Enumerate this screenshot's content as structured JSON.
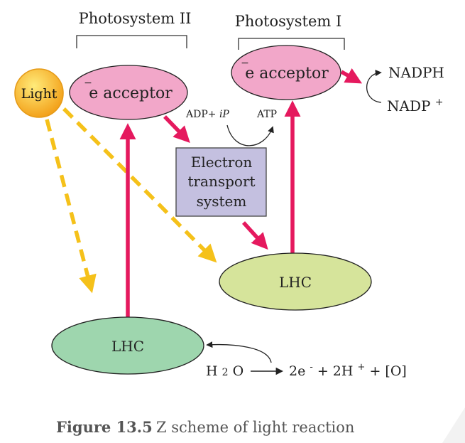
{
  "photosystem_2": {
    "label": "Photosystem II"
  },
  "photosystem_1": {
    "label": "Photosystem I"
  },
  "light": {
    "label": "Light"
  },
  "acceptor_ps2": {
    "label": "e acceptor",
    "superscript": "−"
  },
  "acceptor_ps1": {
    "label": "e acceptor",
    "superscript": "−"
  },
  "etc": {
    "line1": "Electron",
    "line2": "transport",
    "line3": "system"
  },
  "adp_ip": {
    "adp": "ADP+",
    "ip": "iP"
  },
  "atp": {
    "label": "ATP"
  },
  "nadph": {
    "label": "NADPH"
  },
  "nadp": {
    "label": "NADP",
    "superscript": "+"
  },
  "lhc_ps1": {
    "label": "LHC"
  },
  "lhc_ps2": {
    "label": "LHC"
  },
  "water_reaction": {
    "h2o": "H",
    "h2o_sub": "2",
    "h2o_o": "O",
    "e_term": "2e",
    "e_sup": "-",
    "plus1": "+ 2H",
    "h_sup": "+",
    "rest": "+ [O]"
  },
  "caption": {
    "figure": "Figure 13.5",
    "text": " Z scheme of light reaction"
  },
  "colors": {
    "red_arrow": "#E5195E",
    "yellow_dashed": "#F5C11A",
    "acceptor_fill": "#F2A7C9",
    "etc_fill": "#C4C0E0",
    "lhc1_fill": "#D6E49B",
    "lhc2_fill": "#9ED6AE",
    "light_fill": "#F6B21F",
    "caption_text": "#555555"
  }
}
